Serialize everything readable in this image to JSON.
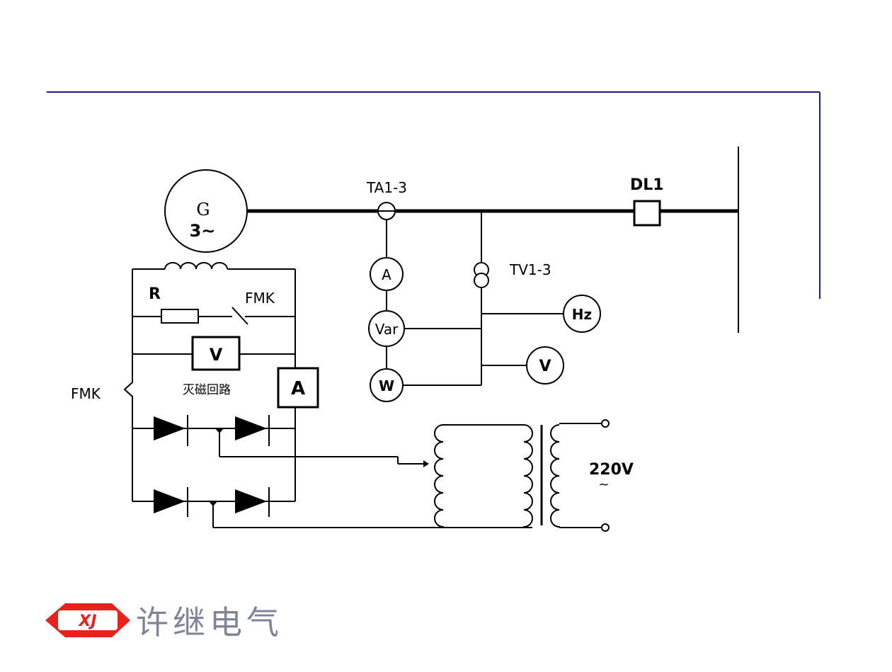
{
  "frame": {
    "line_color": "#1f1f7a"
  },
  "generator": {
    "line1": "G",
    "line2": "3~"
  },
  "labels": {
    "ta": "TA1-3",
    "tv": "TV1-3",
    "dl": "DL1",
    "r": "R",
    "fmk_switch": "FMK",
    "fmk_side": "FMK",
    "demag": "灭磁回路",
    "supply": "220V",
    "supply_ac": "~"
  },
  "meters": {
    "ammeter_main": "A",
    "var": "Var",
    "watt": "W",
    "hz": "Hz",
    "volt_main": "V",
    "volt_field": "V",
    "ammeter_field": "A"
  },
  "logo": {
    "company": "许继电气",
    "emblem_text": "XJ",
    "red": "#e8211b",
    "text_color": "#7f8599"
  }
}
